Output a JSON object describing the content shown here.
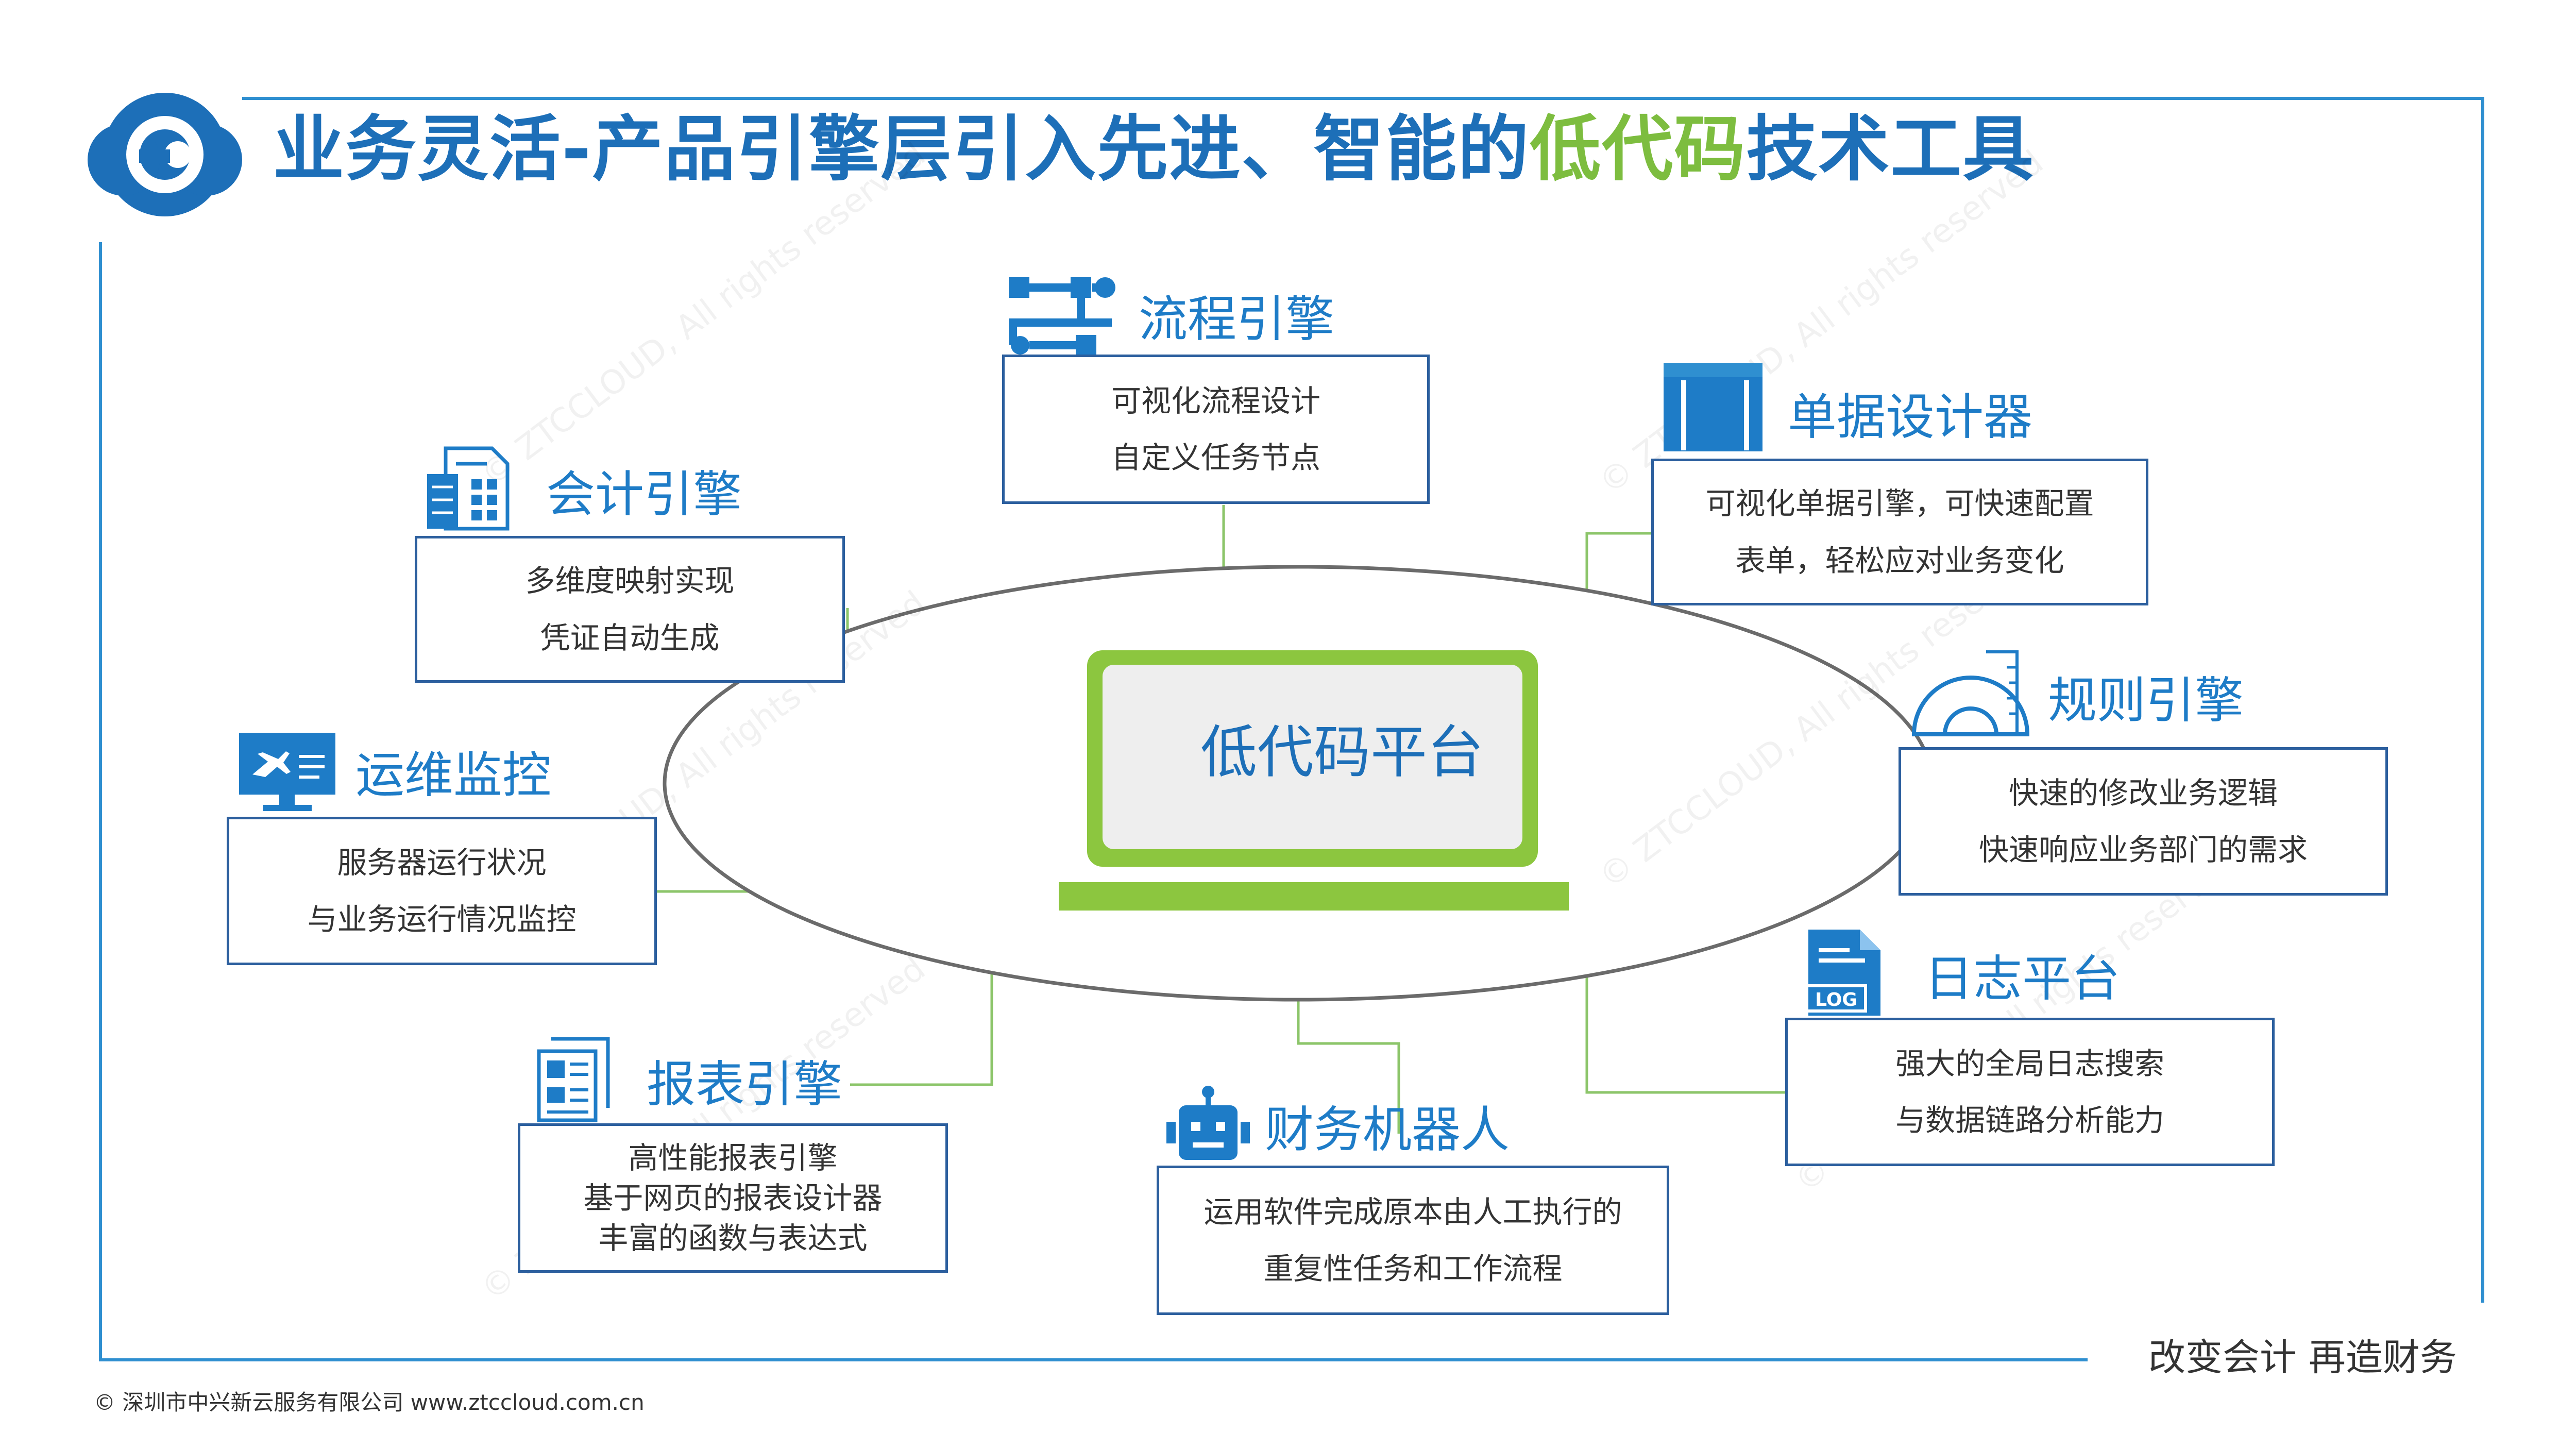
{
  "title": {
    "part1": "业务灵活-产品引擎层引入先进、智能的",
    "highlight": "低代码",
    "part2": "技术工具"
  },
  "center": {
    "label": "低代码平台"
  },
  "nodes": {
    "process": {
      "title": "流程引擎",
      "lines": [
        "可视化流程设计",
        "自定义任务节点"
      ]
    },
    "form": {
      "title": "单据设计器",
      "lines": [
        "可视化单据引擎，可快速配置",
        "表单，轻松应对业务变化"
      ]
    },
    "accounting": {
      "title": "会计引擎",
      "lines": [
        "多维度映射实现",
        "凭证自动生成"
      ]
    },
    "rules": {
      "title": "规则引擎",
      "lines": [
        "快速的修改业务逻辑",
        "快速响应业务部门的需求"
      ]
    },
    "ops": {
      "title": "运维监控",
      "lines": [
        "服务器运行状况",
        "与业务运行情况监控"
      ]
    },
    "log": {
      "title": "日志平台",
      "lines": [
        "强大的全局日志搜索",
        "与数据链路分析能力"
      ]
    },
    "report": {
      "title": "报表引擎",
      "lines": [
        "高性能报表引擎",
        "基于网页的报表设计器",
        "丰富的函数与表达式"
      ]
    },
    "robot": {
      "title": "财务机器人",
      "lines": [
        "运用软件完成原本由人工执行的",
        "重复性任务和工作流程"
      ]
    }
  },
  "icons": {
    "log_icon_text": "LOG"
  },
  "watermark": "© ZTCCLOUD, All rights reserved",
  "slogan": "改变会计  再造财务",
  "footer": "© 深圳市中兴新云服务有限公司   www.ztccloud.com.cn",
  "colors": {
    "primary": "#1d6fb8",
    "accent": "#7dbd3f",
    "frame": "#2f8fd0",
    "box_border": "#2c5f9e"
  }
}
